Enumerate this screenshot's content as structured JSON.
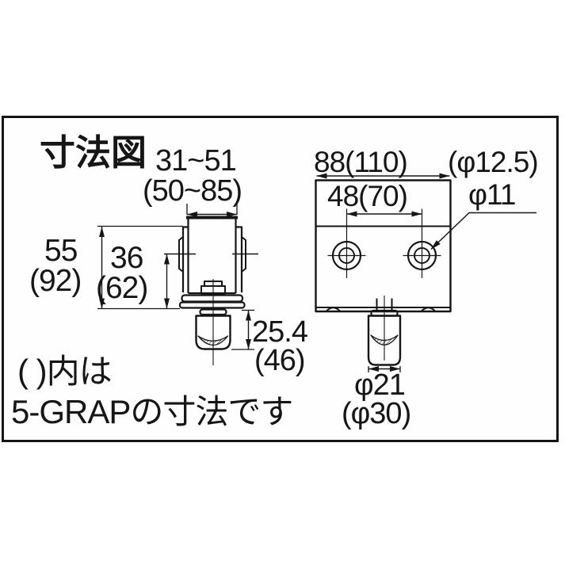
{
  "figure": {
    "title": "寸法図",
    "note_line1": "( )内は",
    "note_line2": "5-GRAPの寸法です",
    "colors": {
      "line": "#151515",
      "background": "#ffffff"
    }
  },
  "left_view": {
    "description": "side view of hanger clamp with roller",
    "dims": {
      "opening_width": "31~51",
      "opening_width_grap5": "(50~85)",
      "body_height": "55",
      "body_height_grap5": "(92)",
      "jaw_height": "36",
      "jaw_height_grap5": "(62)",
      "roller_drop": "25.4",
      "roller_drop_grap5": "(46)"
    }
  },
  "right_view": {
    "description": "front view of plate with two bolt holes and roller",
    "dims": {
      "overall_width": "88(110)",
      "hole_diameter_grap5": "(φ12.5)",
      "hole_pitch": "48(70)",
      "hole_diameter": "φ11",
      "roller_diameter": "φ21",
      "roller_diameter_grap5": "(φ30)"
    }
  }
}
